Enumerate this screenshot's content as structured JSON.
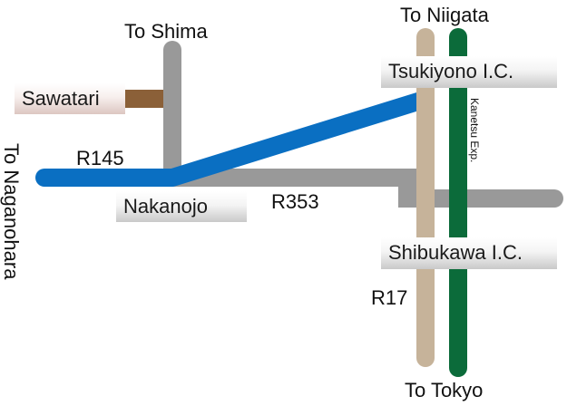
{
  "destinations": {
    "shima": "To Shima",
    "niigata": "To Niigata",
    "naganohara": "To Naganohara",
    "tokyo": "To Tokyo"
  },
  "places": {
    "sawatari": "Sawatari",
    "nakanojo": "Nakanojo",
    "tsukiyono_ic": "Tsukiyono I.C.",
    "shibukawa_ic": "Shibukawa I.C."
  },
  "roads": {
    "r145": "R145",
    "r353": "R353",
    "r17": "R17",
    "expressway": "Kanetsu Exp."
  },
  "colors": {
    "route_general": "#999999",
    "route_r145": "#0a6fc2",
    "route_sawatari": "#8b6038",
    "route_r17": "#c6b39a",
    "route_expressway": "#0b6b3a"
  }
}
